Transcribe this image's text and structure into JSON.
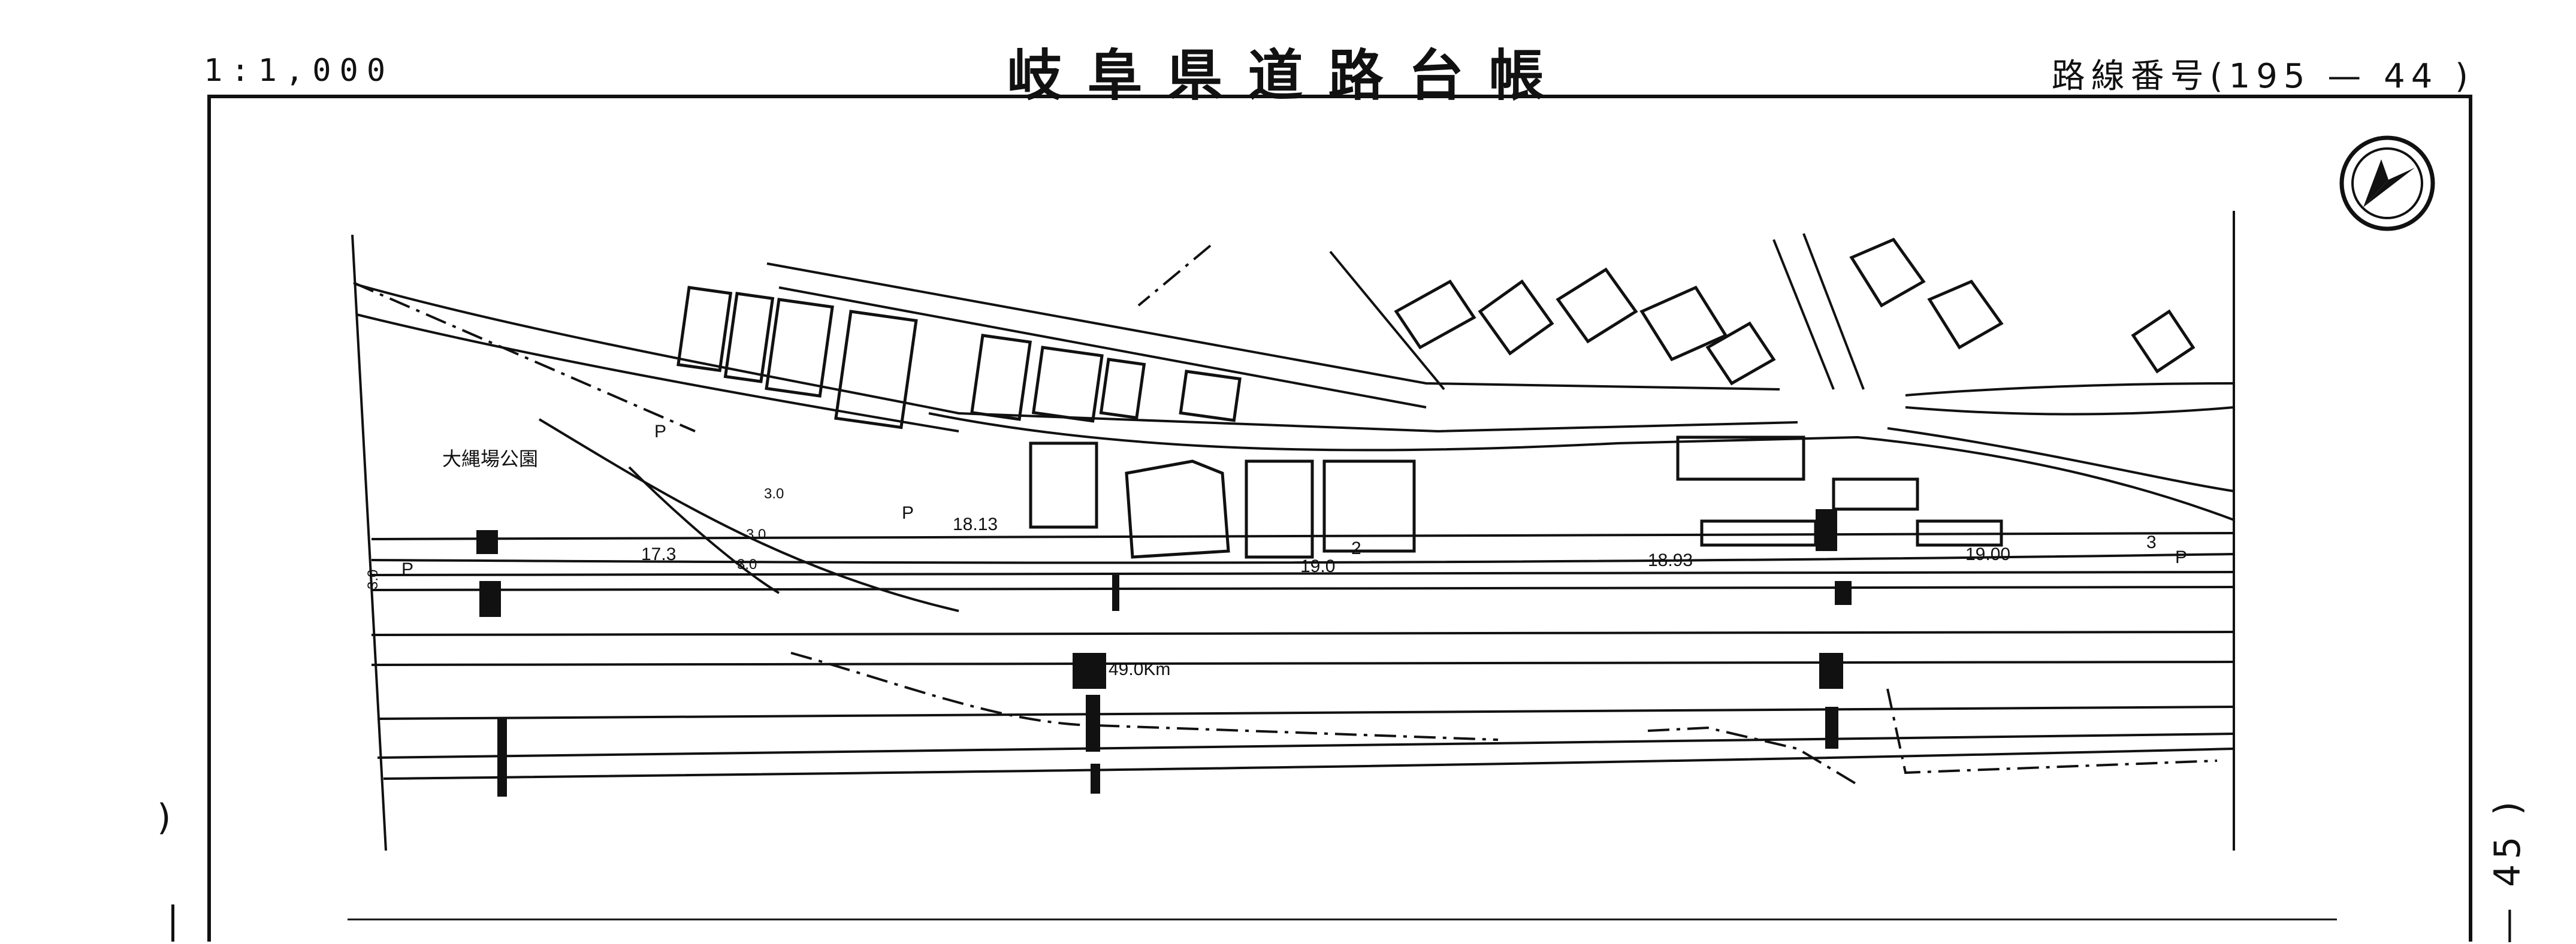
{
  "header": {
    "scale": "1:1,000",
    "title": "岐阜県道路台帳",
    "route_label": "路線番号(195 — 44 )"
  },
  "map": {
    "park_name": "大縄場公園",
    "distance_marker": "49.0Km",
    "widths": [
      "3.0",
      "17.3",
      "3.0",
      "18.13",
      "3.0",
      "19.0",
      "18.93",
      "19.00",
      "3.0"
    ],
    "section_numbers": [
      "2",
      "3"
    ],
    "parking_marks": [
      "P",
      "P",
      "P",
      "P"
    ],
    "north_arrow": "north-arrow-icon"
  },
  "footer": {
    "page_number": "— 45 )",
    "left_mark": ")"
  }
}
